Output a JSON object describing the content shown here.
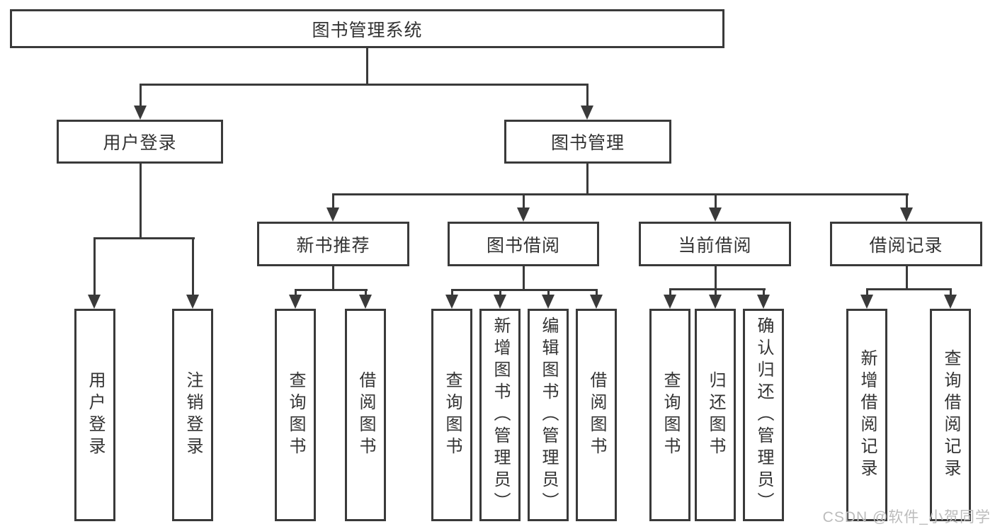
{
  "diagram": {
    "title": "图书管理系统",
    "root": {
      "label": "图书管理系统"
    },
    "level2": {
      "user_login": {
        "label": "用户登录"
      },
      "book_management": {
        "label": "图书管理"
      }
    },
    "level3": {
      "new_book_recommend": {
        "label": "新书推荐"
      },
      "book_borrow": {
        "label": "图书借阅"
      },
      "current_borrow": {
        "label": "当前借阅"
      },
      "borrow_records": {
        "label": "借阅记录"
      }
    },
    "level4": {
      "user_login": [
        "用户登录",
        "注销登录"
      ],
      "new_book_recommend": [
        "查询图书",
        "借阅图书"
      ],
      "book_borrow": [
        "查询图书",
        "新增图书（管理员）",
        "编辑图书（管理员）",
        "借阅图书"
      ],
      "current_borrow": [
        "查询图书",
        "归还图书",
        "确认归还（管理员）"
      ],
      "borrow_records": [
        "新增借阅记录",
        "查询借阅记录"
      ]
    },
    "watermark": "CSDN @软件_小贺同学",
    "colors": {
      "line": "#3a3a3a",
      "text": "#333333",
      "watermark": "#bcbcbc",
      "background": "#ffffff"
    }
  }
}
